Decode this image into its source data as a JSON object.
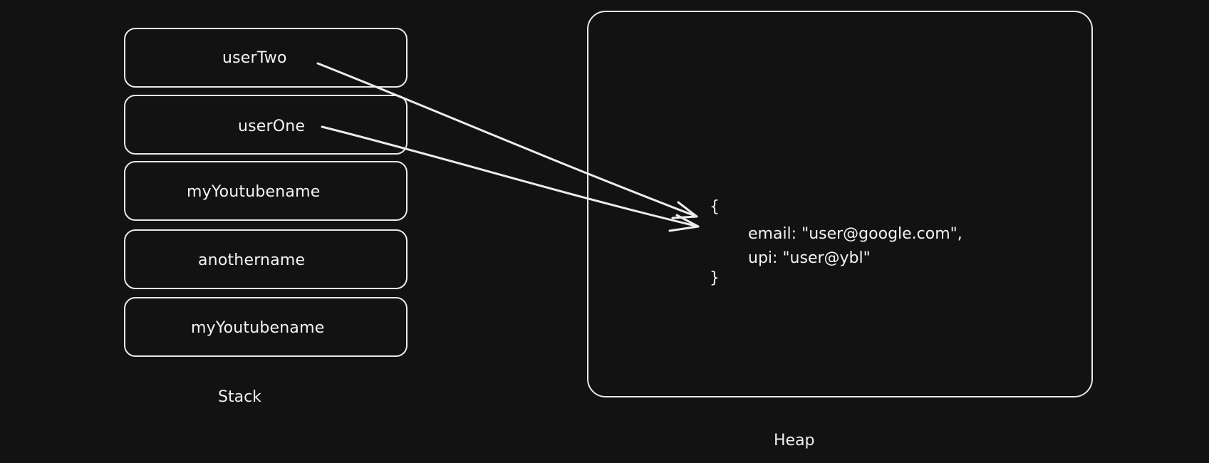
{
  "stack": {
    "label": "Stack",
    "cells": [
      {
        "name": "userTwo"
      },
      {
        "name": "userOne"
      },
      {
        "name": "myYoutubename"
      },
      {
        "name": "anothername"
      },
      {
        "name": "myYoutubename"
      }
    ]
  },
  "heap": {
    "label": "Heap",
    "object": {
      "open_brace": "{",
      "lines": [
        "email: \"user@google.com\",",
        "upi: \"user@ybl\""
      ],
      "close_brace": "}"
    }
  },
  "arrows": [
    {
      "from": "userTwo",
      "to": "heap.object"
    },
    {
      "from": "userOne",
      "to": "heap.object"
    }
  ],
  "colors": {
    "background": "#121212",
    "stroke": "#e9e9e9",
    "text": "#f4f4f4"
  }
}
